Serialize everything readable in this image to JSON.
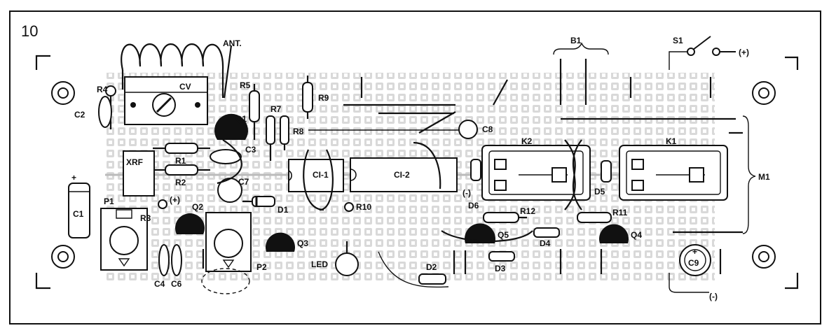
{
  "figure": {
    "number": "10",
    "background": "#ffffff",
    "ink": "#111111",
    "pad_fill": "#d9d9d9"
  },
  "labels": {
    "ant": "ANT.",
    "cv": "CV",
    "r4": "R4",
    "c2": "C2",
    "r5": "R5",
    "r9": "R9",
    "r7": "R7",
    "r8": "R8",
    "q1": "Q1",
    "c3": "C3",
    "r1": "R1",
    "xrf": "XRF",
    "r2": "R2",
    "c7": "C7",
    "c1": "C1",
    "plus_c1": "+",
    "p1": "P1",
    "r3": "R3",
    "plus_r3": "(+)",
    "q2": "Q2",
    "p2": "P2",
    "c4": "C4",
    "c6": "C6",
    "d1": "D1",
    "q3": "Q3",
    "led": "LED",
    "ci1": "CI-1",
    "ci2": "CI-2",
    "r10": "R10",
    "c8": "C8",
    "minus_c8": "(-)",
    "d6": "D6",
    "r12": "R12",
    "q5": "Q5",
    "d4": "D4",
    "d3": "D3",
    "d2": "D2",
    "k2": "K2",
    "k1": "K1",
    "d5": "D5",
    "r11": "R11",
    "q4": "Q4",
    "c9": "C9",
    "plus_c9": "+",
    "b1": "B1",
    "s1": "S1",
    "plus_s1": "(+)",
    "m1": "M1",
    "minus_bottom": "(-)"
  }
}
